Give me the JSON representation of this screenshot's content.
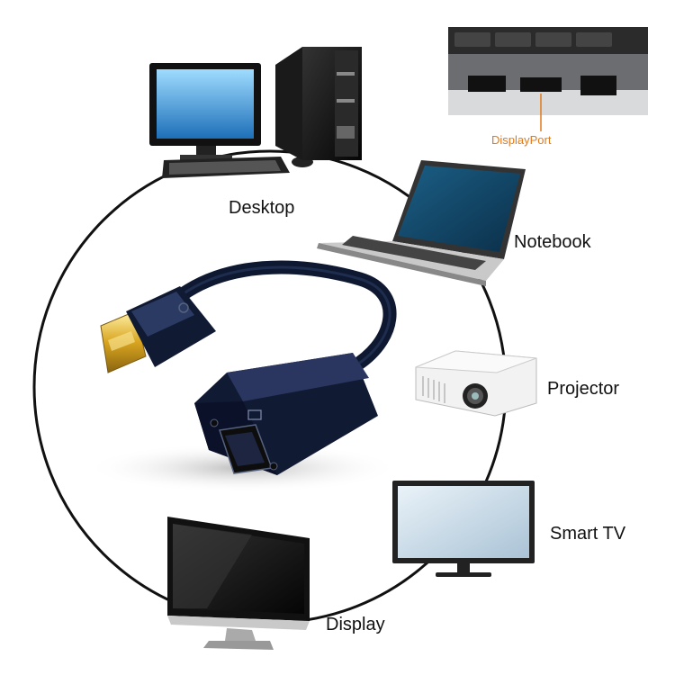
{
  "labels": {
    "desktop": "Desktop",
    "notebook": "Notebook",
    "projector": "Projector",
    "smart_tv": "Smart TV",
    "display": "Display",
    "displayport": "DisplayPort"
  },
  "colors": {
    "accent": "#e07a1a",
    "circle": "#111111",
    "adapter": "#17233f",
    "screen": "#3aa0e0"
  }
}
